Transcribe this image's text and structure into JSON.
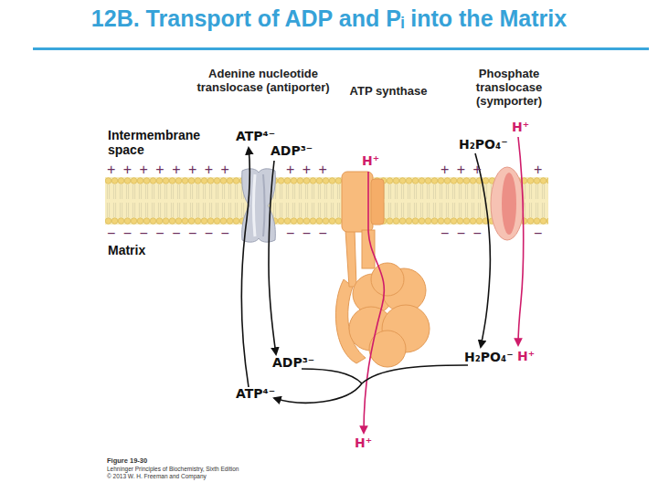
{
  "diagram": {
    "title": "12B. Transport of ADP and Pᵢ into the Matrix",
    "caption": "Figure 19-30",
    "nodes": [
      {
        "text": [
          "Adenine nucleotide translocase (antiporter)"
        ]
      },
      {
        "text": [
          "ATP synthase"
        ]
      },
      {
        "text": [
          "Phosphate translocase (symporter)"
        ]
      }
    ],
    "labels": [
      "Intermembrane space",
      "+ + + + + + + +",
      "+ + +",
      "+ + +",
      "+",
      "− − − − − − − −",
      "− − −",
      "− − −",
      "−",
      "Matrix",
      "ATP⁴⁻",
      "ADP³⁻",
      "H⁺",
      "H₂PO₄⁻",
      "H⁺",
      "ADP³⁻",
      "ATP⁴⁻",
      "H₂PO₄⁻",
      "H⁺",
      "H⁺",
      "Lehninger Principles of Biochemistry, Sixth Edition",
      "© 2013 W. H. Freeman and Company"
    ]
  }
}
